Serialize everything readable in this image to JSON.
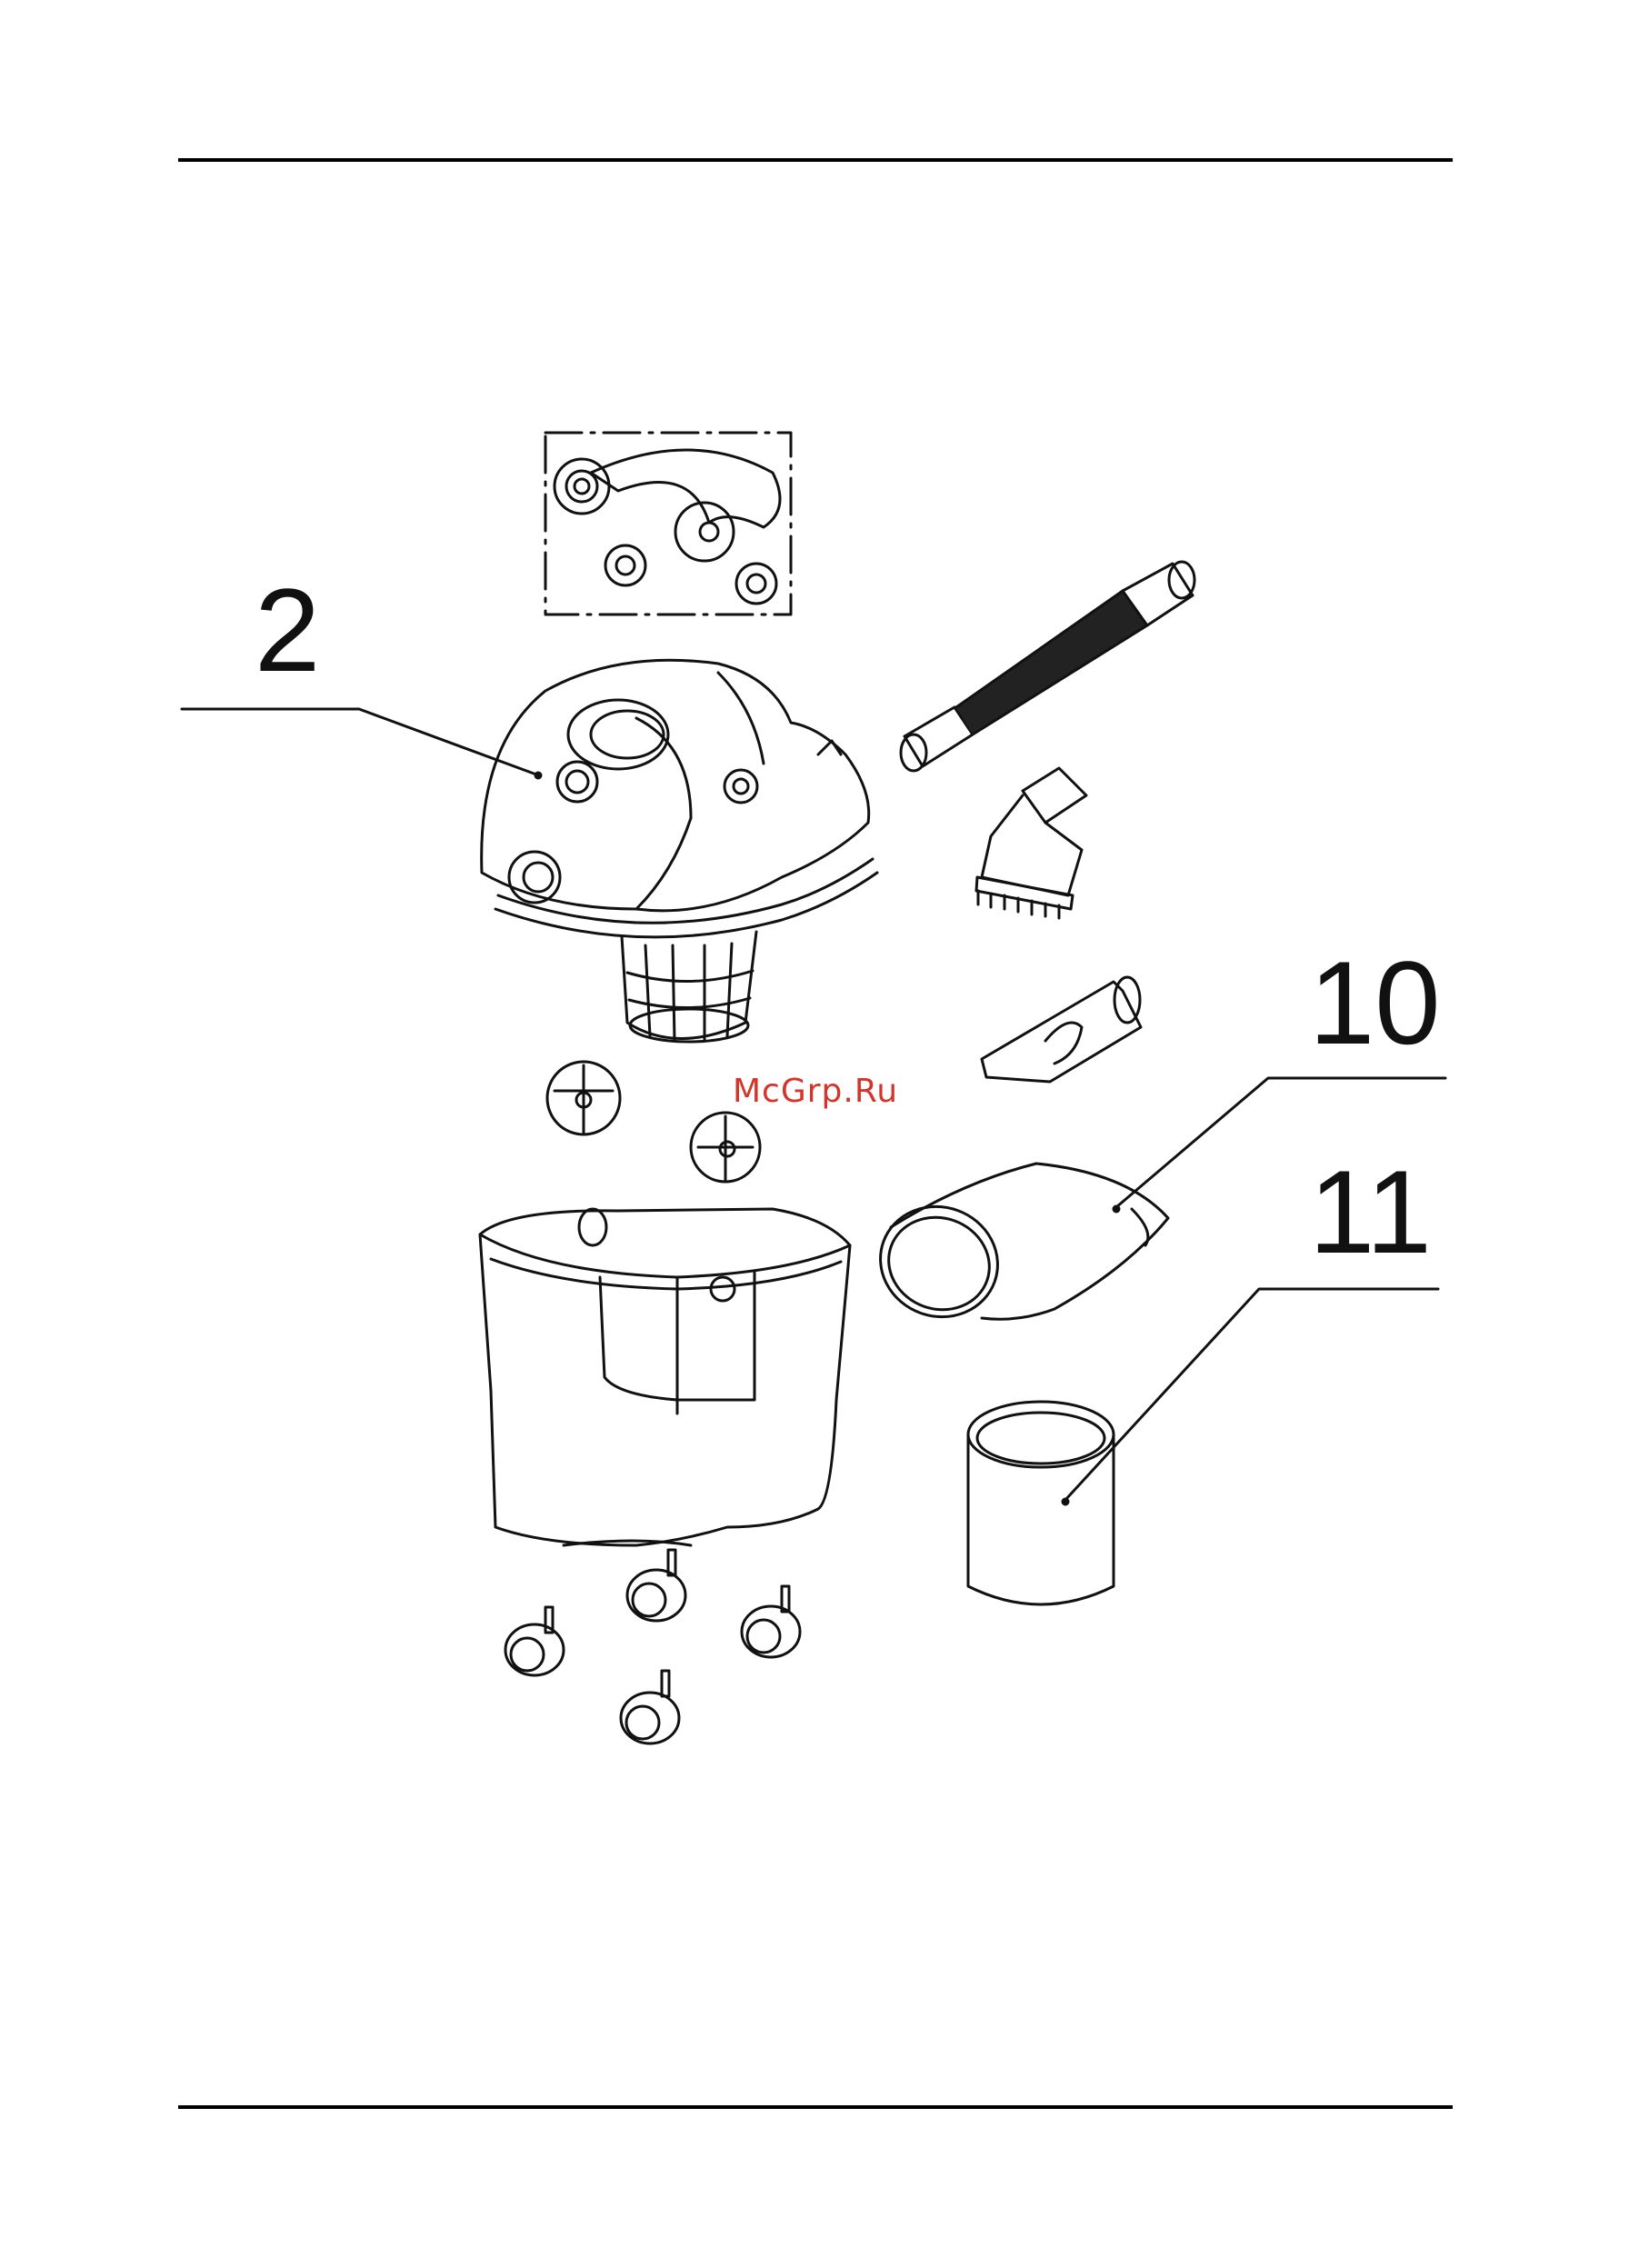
{
  "callouts": {
    "c2": "2",
    "c10": "10",
    "c11": "11"
  },
  "watermark": "McGrp.Ru",
  "colors": {
    "line": "#111111",
    "watermark": "#d4352b"
  }
}
